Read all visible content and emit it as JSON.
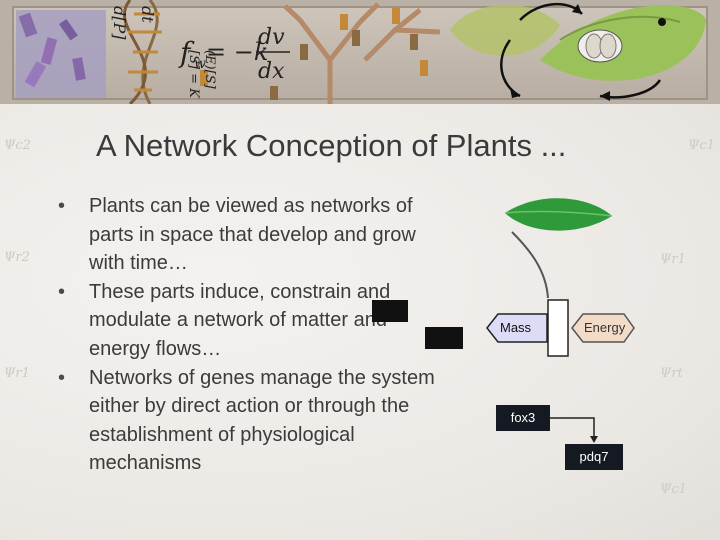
{
  "banner": {
    "equation_lhs": "f",
    "equation_sub": "w",
    "equation_rhs_prefix": "= −k",
    "equation_num": "dv",
    "equation_den": "dx",
    "equation_left_top": "d[P]",
    "equation_left_mid": "dt",
    "equation_left_bottom": "[S] = K",
    "equation_left_extra": "(E)[S]"
  },
  "background_symbols": [
    "Ψc2",
    "Ψc1",
    "Ψr2",
    "Ψr1",
    "Ψr1",
    "Ψrt",
    "Ψc1"
  ],
  "slide": {
    "title": "A Network Conception of Plants ...",
    "bullets": [
      "Plants can be viewed as networks of parts in space that develop and grow with time…",
      "These parts induce, constrain and modulate a network of matter and energy flows…",
      "Networks of genes manage the system either by direct action or through the establishment of physiological mechanisms"
    ]
  },
  "diagram": {
    "mass_label": "Mass",
    "energy_label": "Energy",
    "gene1_label": "fox3",
    "gene2_label": "pdq7"
  },
  "colors": {
    "banner_bg": "#b9b0a6",
    "leaf_green": "#2f9a3a",
    "mass_arrow_fill": "#dcdcf6",
    "energy_arrow_fill": "#f2dcc8",
    "gene_box_fill": "#151a22",
    "title_text": "#3a3a3a",
    "body_text": "#3b3b3b"
  }
}
